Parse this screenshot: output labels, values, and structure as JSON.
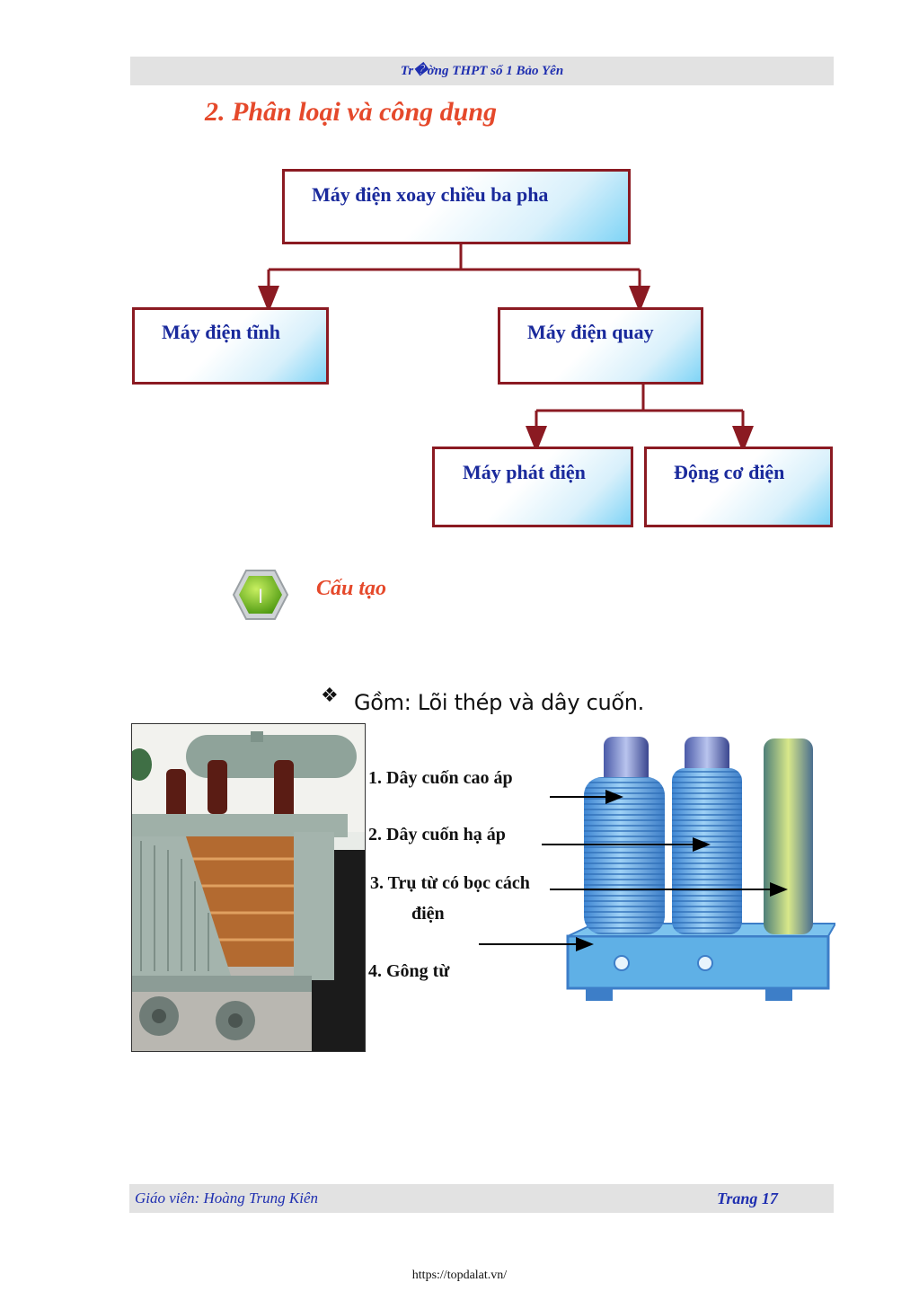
{
  "header": {
    "school": "Tr�ờng THPT số 1 Bảo Yên"
  },
  "section": {
    "title": "2. Phân loại và công dụng"
  },
  "diagram": {
    "root": "Máy điện xoay chiều ba pha",
    "static_machine": "Máy điện tĩnh",
    "rotating_machine": "Máy điện quay",
    "generator": "Máy phát điện",
    "motor": "Động cơ điện"
  },
  "structure": {
    "chip_label": "I",
    "heading": "Cấu tạo",
    "bullet_icon": "diamond-bullet-icon",
    "bullet_text": "Gồm: Lõi thép và dây cuốn."
  },
  "parts": {
    "hv_winding": "1. Dây cuốn cao áp",
    "lv_winding": "2. Dây cuốn hạ áp",
    "core_line1": "3. Trụ từ có bọc cách",
    "core_line2": "điện",
    "yoke": "4. Gông từ"
  },
  "footer": {
    "teacher": "Giáo viên: Hoàng Trung Kiên",
    "page": "Trang 17"
  },
  "source_url": "https://topdalat.vn/",
  "colors": {
    "accent_red": "#e5492b",
    "box_border": "#8b1a22",
    "text_blue": "#1a2a9c"
  }
}
